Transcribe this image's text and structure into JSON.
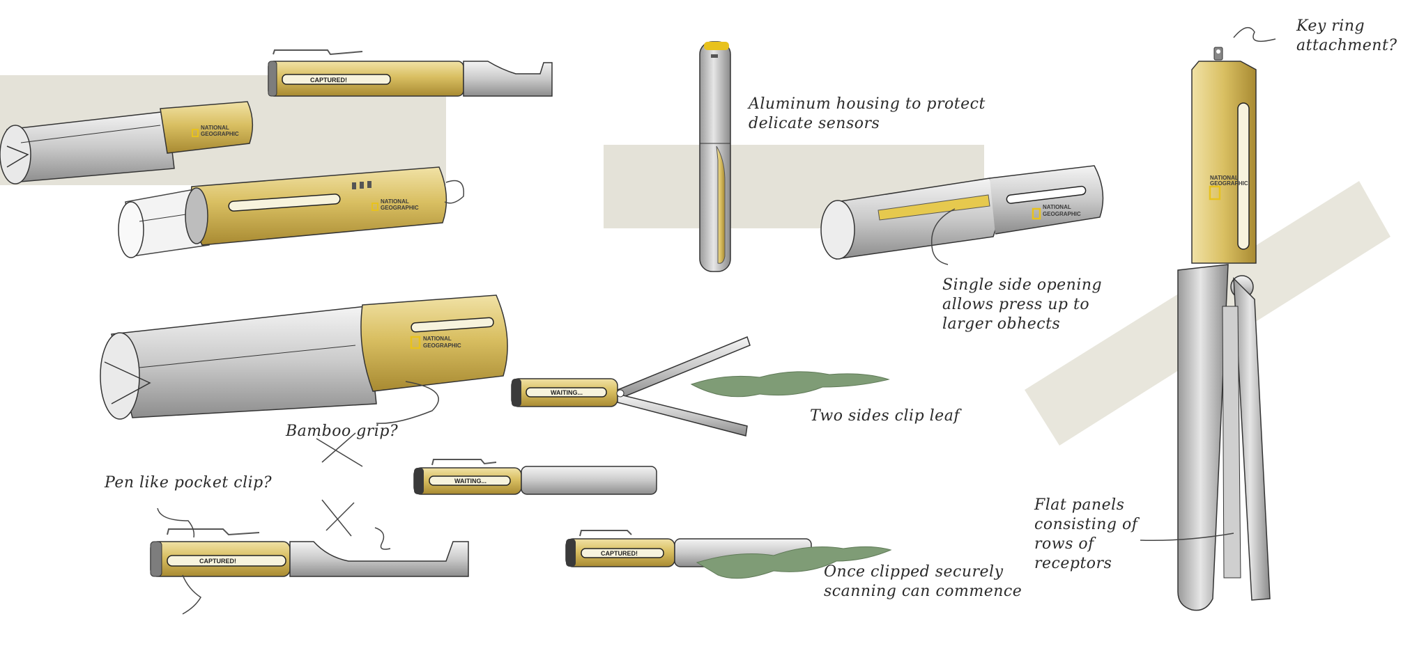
{
  "annotations": {
    "aluminum_housing": "Aluminum housing to protect\ndelicate sensors",
    "key_ring": "Key ring\nattachment?",
    "single_side": "Single side opening\nallows press up to\nlarger obhects",
    "bamboo_grip": "Bamboo grip?",
    "two_sides": "Two sides clip leaf",
    "pen_clip": "Pen like pocket clip?",
    "flat_panels": "Flat panels\nconsisting of\nrows of\nreceptors",
    "once_clipped": "Once clipped securely\nscanning can commence"
  },
  "device_labels": {
    "captured": "CAPTURED!",
    "waiting": "WAITING..."
  },
  "logo": {
    "line1": "NATIONAL",
    "line2": "GEOGRAPHIC"
  },
  "colors": {
    "bamboo": "#d9bf62",
    "aluminum": "#c9c9c9",
    "leaf": "#7f9c76",
    "backdrop": "#e4e2d8",
    "logo_yellow": "#e8c21d"
  }
}
